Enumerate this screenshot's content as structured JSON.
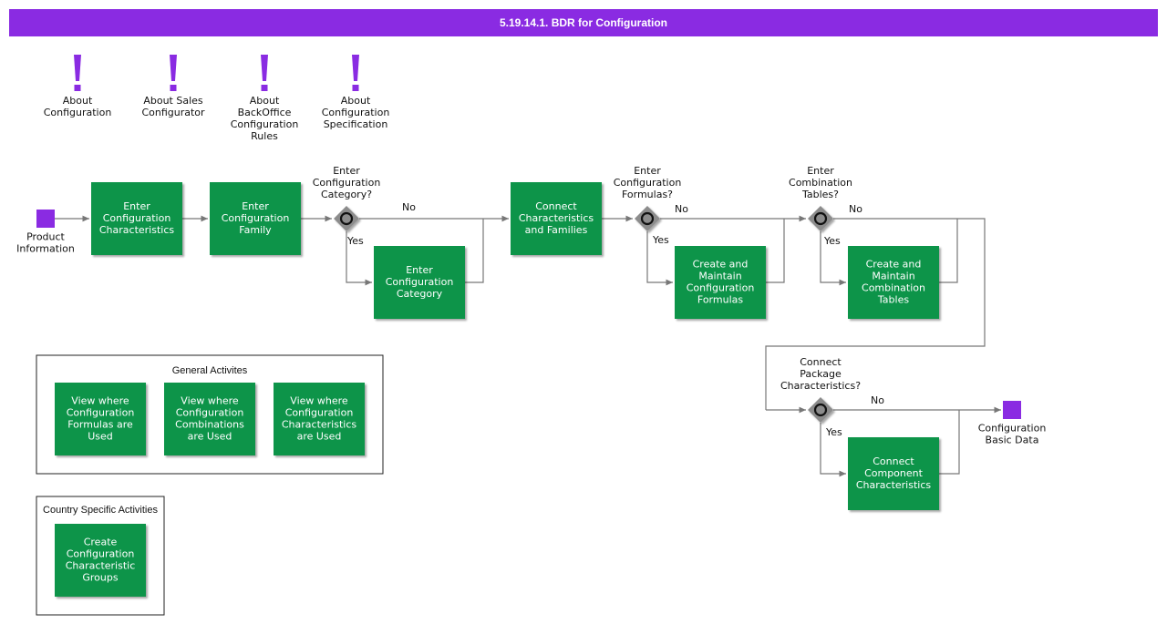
{
  "title": "5.19.14.1. BDR for Configuration",
  "colors": {
    "title_bg": "#8a2be2",
    "activity": "#0a9449",
    "event": "#8a2be2",
    "gateway": "#8c8c8c",
    "line": "#777777"
  },
  "notes": [
    {
      "id": "about-configuration",
      "icon": "exclamation-icon",
      "lines": [
        "About",
        "Configuration"
      ]
    },
    {
      "id": "about-sales-configurator",
      "icon": "exclamation-icon",
      "lines": [
        "About Sales",
        "Configurator"
      ]
    },
    {
      "id": "about-backoffice-rules",
      "icon": "exclamation-icon",
      "lines": [
        "About",
        "BackOffice",
        "Configuration",
        "Rules"
      ]
    },
    {
      "id": "about-configuration-specification",
      "icon": "exclamation-icon",
      "lines": [
        "About",
        "Configuration",
        "Specification"
      ]
    }
  ],
  "events": [
    {
      "id": "product-information",
      "lines": [
        "Product",
        "Information"
      ]
    },
    {
      "id": "configuration-basic-data",
      "lines": [
        "Configuration",
        "Basic Data"
      ]
    }
  ],
  "activities": [
    {
      "id": "enter-configuration-characteristics",
      "lines": [
        "Enter",
        "Configuration",
        "Characteristics"
      ]
    },
    {
      "id": "enter-configuration-family",
      "lines": [
        "Enter",
        "Configuration",
        "Family"
      ]
    },
    {
      "id": "enter-configuration-category",
      "lines": [
        "Enter",
        "Configuration",
        "Category"
      ]
    },
    {
      "id": "connect-characteristics-and-families",
      "lines": [
        "Connect",
        "Characteristics",
        "and Families"
      ]
    },
    {
      "id": "create-maintain-configuration-formulas",
      "lines": [
        "Create and",
        "Maintain",
        "Configuration",
        "Formulas"
      ]
    },
    {
      "id": "create-maintain-combination-tables",
      "lines": [
        "Create and",
        "Maintain",
        "Combination",
        "Tables"
      ]
    },
    {
      "id": "connect-component-characteristics",
      "lines": [
        "Connect",
        "Component",
        "Characteristics"
      ]
    },
    {
      "id": "view-formulas-used",
      "lines": [
        "View where",
        "Configuration",
        "Formulas are",
        "Used"
      ]
    },
    {
      "id": "view-combinations-used",
      "lines": [
        "View where",
        "Configuration",
        "Combinations",
        "are Used"
      ]
    },
    {
      "id": "view-characteristics-used",
      "lines": [
        "View where",
        "Configuration",
        "Characteristics",
        "are Used"
      ]
    },
    {
      "id": "create-characteristic-groups",
      "lines": [
        "Create",
        "Configuration",
        "Characteristic",
        "Groups"
      ]
    }
  ],
  "gateways": [
    {
      "id": "gw-category",
      "question": [
        "Enter",
        "Configuration",
        "Category?"
      ]
    },
    {
      "id": "gw-formulas",
      "question": [
        "Enter",
        "Configuration",
        "Formulas?"
      ]
    },
    {
      "id": "gw-tables",
      "question": [
        "Enter",
        "Combination",
        "Tables?"
      ]
    },
    {
      "id": "gw-package",
      "question": [
        "Connect",
        "Package",
        "Characteristics?"
      ]
    }
  ],
  "branch_labels": {
    "no": "No",
    "yes": "Yes"
  },
  "groups": [
    {
      "id": "general-activities",
      "label": "General Activites"
    },
    {
      "id": "country-specific-activities",
      "label": "Country Specific Activities"
    }
  ]
}
